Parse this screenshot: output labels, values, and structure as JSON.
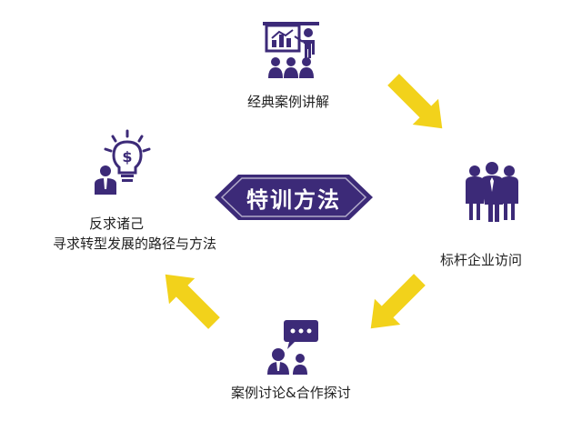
{
  "center": {
    "label": "特训方法"
  },
  "nodes": {
    "top": {
      "label": "经典案例讲解",
      "icon": "presentation-icon"
    },
    "right": {
      "label": "标杆企业访问",
      "icon": "business-people-icon"
    },
    "bottom": {
      "label": "案例讨论&合作探讨",
      "icon": "discussion-icon"
    },
    "left": {
      "line1": "反求诸己",
      "line2": "寻求转型发展的路径与方法",
      "icon": "idea-bulb-icon"
    }
  },
  "colors": {
    "purple": "#3c2a78",
    "arrow_yellow": "#f2d21b",
    "text": "#222222"
  }
}
